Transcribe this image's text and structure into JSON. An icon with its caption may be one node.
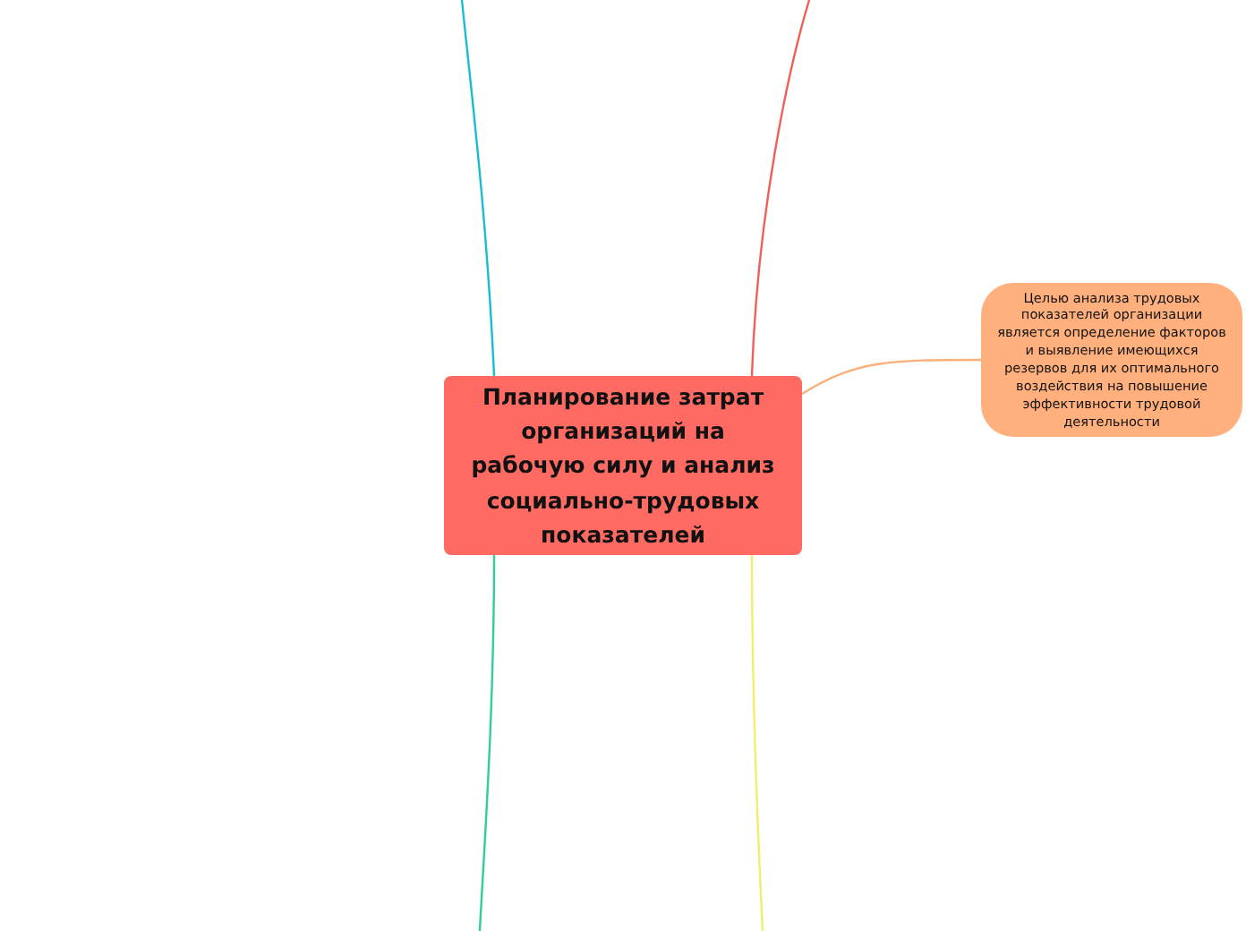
{
  "diagram": {
    "nodes": [
      {
        "text": [
          "Планирование затрат организаций на рабочую силу и анализ социально-трудовых показателей"
        ]
      },
      {
        "text": [
          "Целью анализа трудовых показателей организации является определение факторов и выявление имеющихся резервов для их оптимального воздействия на повышение эффективности трудовой деятельности"
        ]
      }
    ],
    "edges": [
      {
        "from": 0,
        "to": null,
        "arrow": "none",
        "color": "#17becf"
      },
      {
        "from": 0,
        "to": null,
        "arrow": "none",
        "color": "#f0605a"
      },
      {
        "from": 0,
        "to": 1,
        "arrow": "none",
        "color": "#f9b07a"
      },
      {
        "from": 0,
        "to": null,
        "arrow": "none",
        "color": "#2ecf9a"
      },
      {
        "from": 0,
        "to": null,
        "arrow": "none",
        "color": "#f2ee6a"
      }
    ]
  }
}
